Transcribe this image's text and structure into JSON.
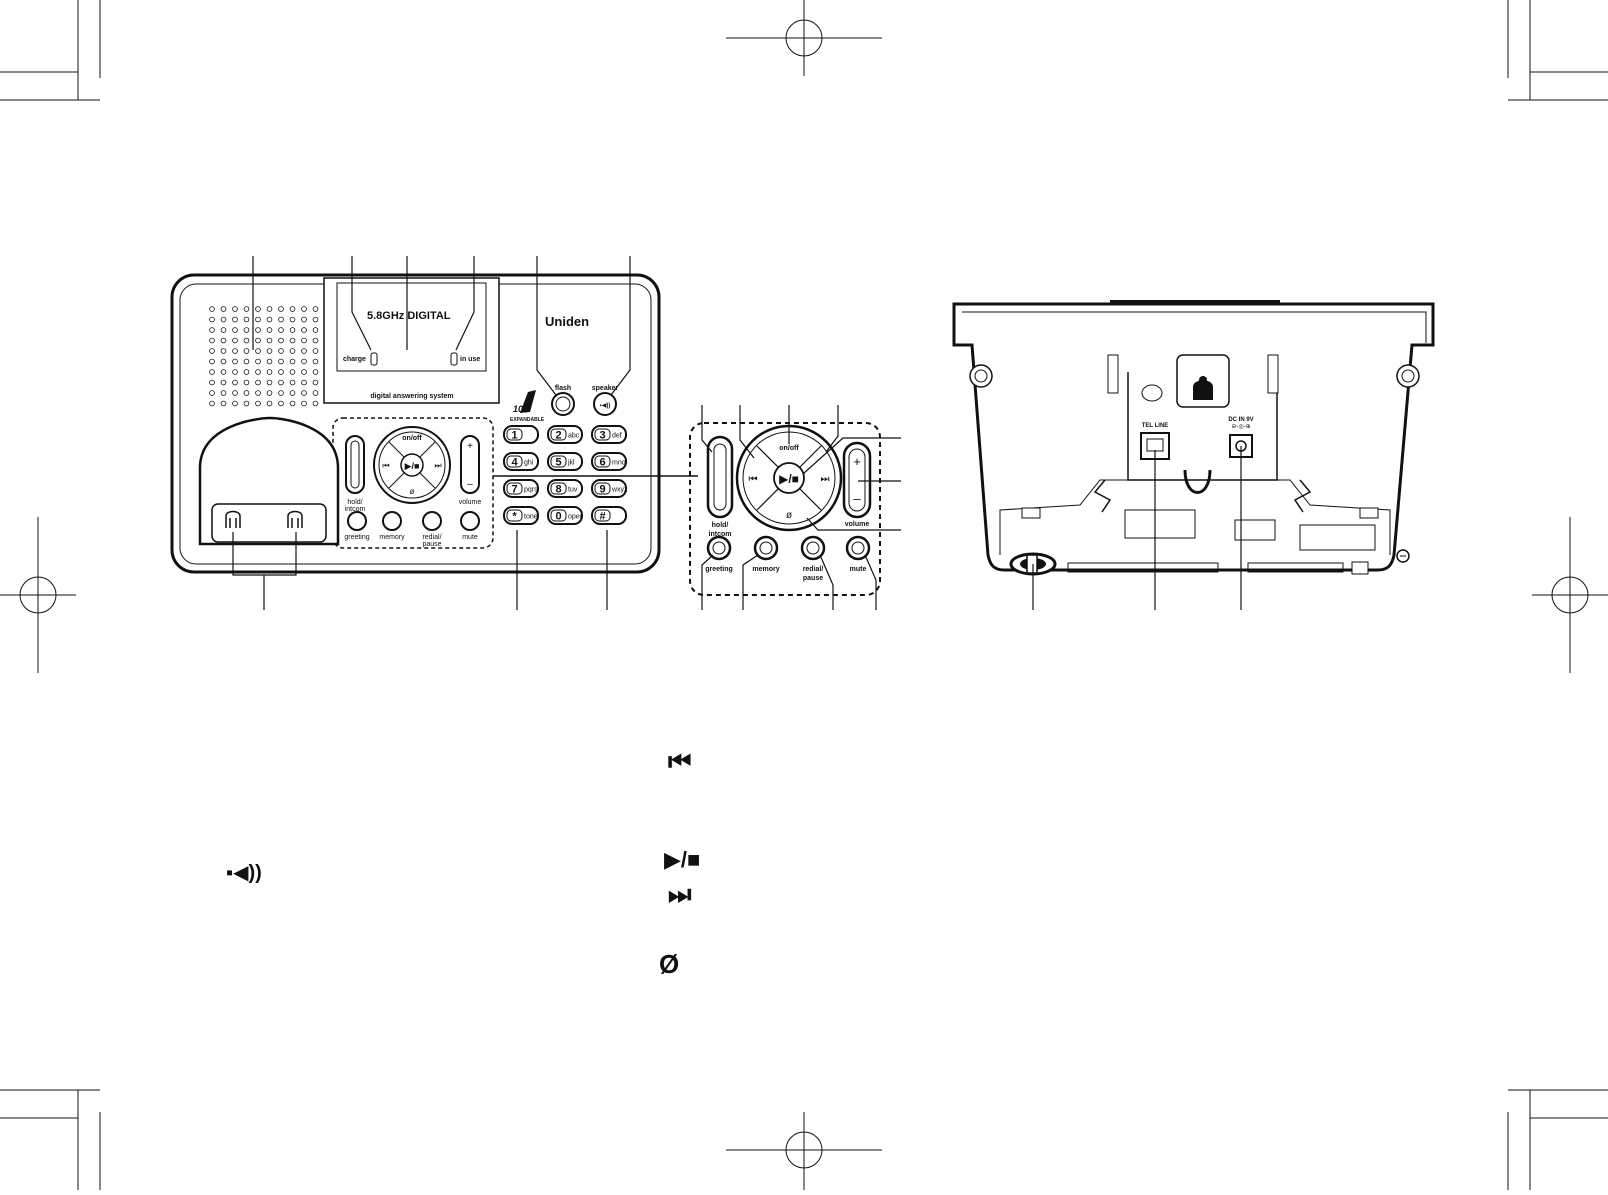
{
  "front": {
    "display_brand": "5.8GHz DIGITAL",
    "display_caption": "digital answering system",
    "brand_logo": "Uniden",
    "charge_label": "charge",
    "in_use_label": "in use",
    "flash_label": "flash",
    "speaker_label": "speaker",
    "speaker_icon": "▪◀))",
    "expandable_label": "EXPANDABLE",
    "expandable_number": "10",
    "nav_on_off": "on/off",
    "nav_play_stop": "▶/■",
    "nav_skip_back": "⏮",
    "nav_skip_fwd": "⏭",
    "nav_delete": "ø",
    "hold_label_1": "hold/",
    "hold_label_2": "intcom",
    "volume_label": "volume",
    "volume_plus": "+",
    "volume_minus": "–",
    "soft_keys": [
      {
        "label": "greeting"
      },
      {
        "label": "memory"
      },
      {
        "label": "redial/",
        "label2": "pause"
      },
      {
        "label": "mute"
      }
    ],
    "keypad": [
      {
        "digit": "1",
        "letters": ""
      },
      {
        "digit": "2",
        "letters": "abc"
      },
      {
        "digit": "3",
        "letters": "def"
      },
      {
        "digit": "4",
        "letters": "ghi"
      },
      {
        "digit": "5",
        "letters": "jkl"
      },
      {
        "digit": "6",
        "letters": "mno"
      },
      {
        "digit": "7",
        "letters": "pqrs"
      },
      {
        "digit": "8",
        "letters": "tuv"
      },
      {
        "digit": "9",
        "letters": "wxyz"
      },
      {
        "digit": "*",
        "letters": "tone"
      },
      {
        "digit": "0",
        "letters": "oper"
      },
      {
        "digit": "#",
        "letters": ""
      }
    ]
  },
  "detail": {
    "on_off": "on/off",
    "hold_1": "hold/",
    "hold_2": "intcom",
    "volume": "volume",
    "plus": "+",
    "minus": "–",
    "delete": "ø",
    "greeting": "greeting",
    "memory": "memory",
    "redial_1": "redial/",
    "redial_2": "pause",
    "mute": "mute"
  },
  "back": {
    "tel_line_label": "TEL LINE",
    "dc_in_label": "DC IN 9V"
  },
  "legend_icons": {
    "speaker": "▪◀))",
    "skip_back": "⏮",
    "play_stop": "▶/■",
    "skip_fwd": "⏭",
    "delete": "Ø"
  }
}
